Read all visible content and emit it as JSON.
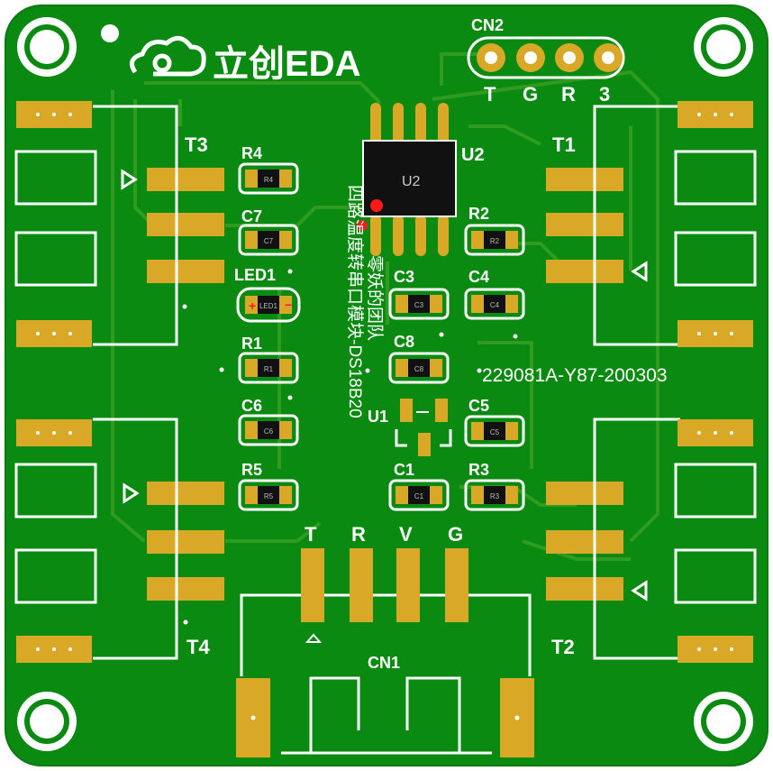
{
  "colors": {
    "board": "#0b8a12",
    "board_edge": "#0a7a10",
    "trace": "#2f9c1f",
    "pad": "#d9a827",
    "silk": "#ffffff",
    "chip": "#111111",
    "marker": "#ff1a1a"
  },
  "logo": {
    "brand": "立创EDA"
  },
  "connectors": {
    "cn2": {
      "ref": "CN2",
      "pins": [
        "T",
        "G",
        "R",
        "3"
      ]
    },
    "cn1": {
      "ref": "CN1",
      "pins": [
        "T",
        "R",
        "V",
        "G"
      ]
    }
  },
  "chips": {
    "u2": {
      "ref": "U2",
      "body": "U2"
    },
    "u1": {
      "ref": "U1"
    }
  },
  "transistors": {
    "t1": "T1",
    "t2": "T2",
    "t3": "T3",
    "t4": "T4"
  },
  "components": [
    {
      "id": "r4",
      "ref": "R4",
      "body": "R4"
    },
    {
      "id": "c7",
      "ref": "C7",
      "body": "C7"
    },
    {
      "id": "led1",
      "ref": "LED1",
      "body": "LED1"
    },
    {
      "id": "r1",
      "ref": "R1",
      "body": "R1"
    },
    {
      "id": "c6",
      "ref": "C6",
      "body": "C6"
    },
    {
      "id": "r5",
      "ref": "R5",
      "body": "R5"
    },
    {
      "id": "r2",
      "ref": "R2",
      "body": "R2"
    },
    {
      "id": "c3",
      "ref": "C3",
      "body": "C3"
    },
    {
      "id": "c4",
      "ref": "C4",
      "body": "C4"
    },
    {
      "id": "c8",
      "ref": "C8",
      "body": "C8"
    },
    {
      "id": "c5",
      "ref": "C5",
      "body": "C5"
    },
    {
      "id": "c1",
      "ref": "C1",
      "body": "C1"
    },
    {
      "id": "r3",
      "ref": "R3",
      "body": "R3"
    }
  ],
  "board_text": {
    "title_line1": "四路温度转串口模块-DS18B20",
    "title_line2": "零妖的团队",
    "serial": "229081A-Y87-200303"
  }
}
